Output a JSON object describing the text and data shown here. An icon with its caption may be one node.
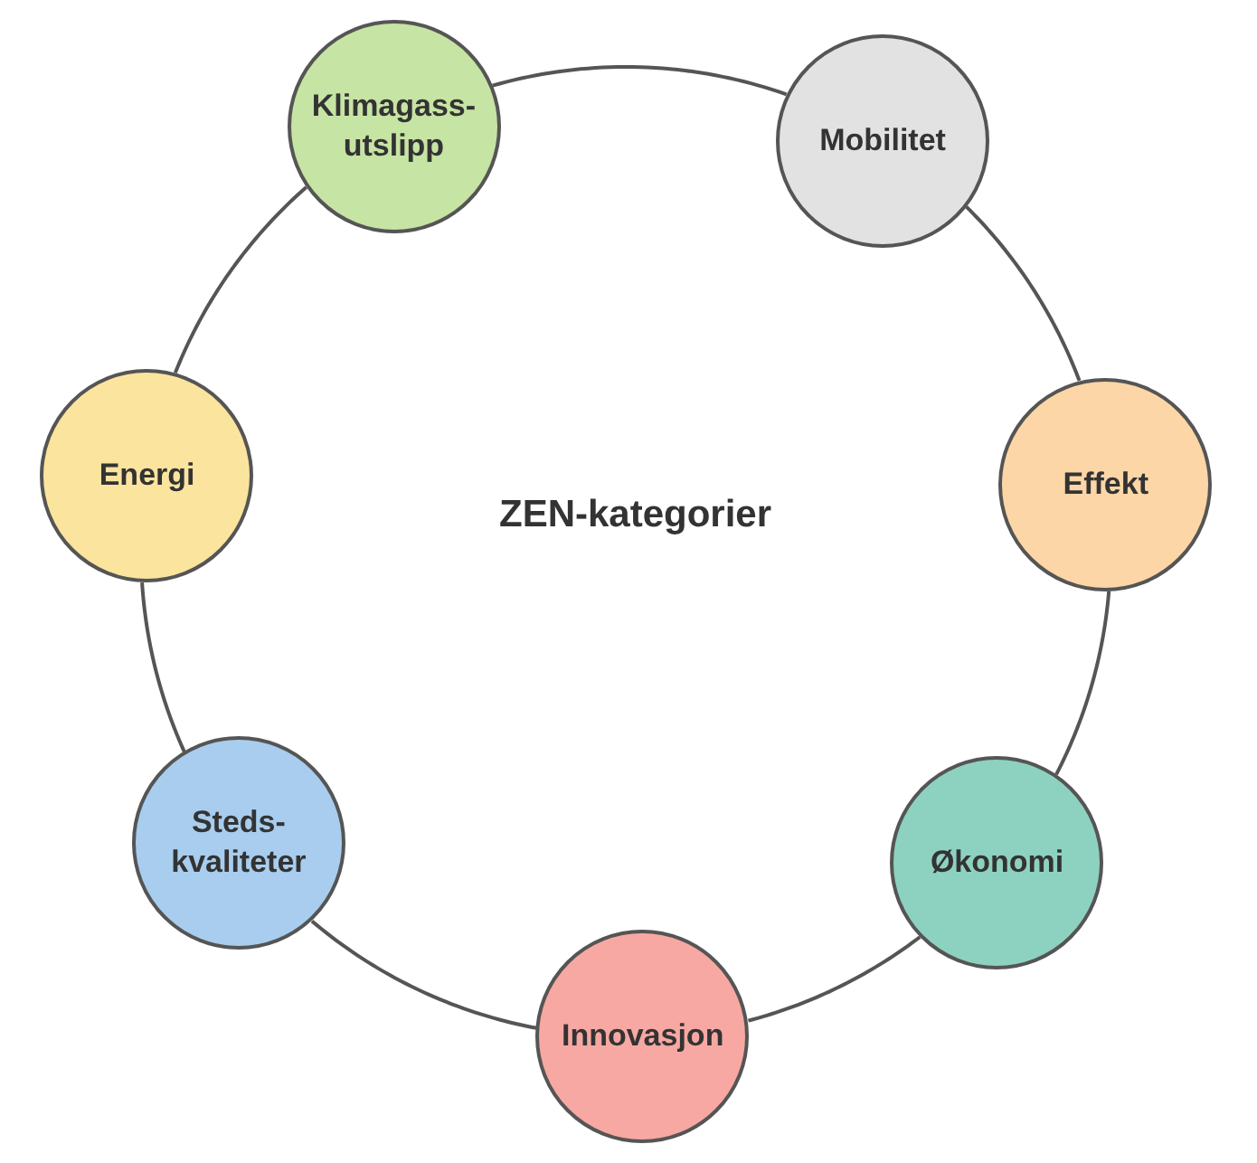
{
  "diagram": {
    "nodes": [
      {
        "text": [
          "Klimagass- utslipp"
        ]
      },
      {
        "text": [
          "Mobilitet"
        ]
      },
      {
        "text": [
          "Energi"
        ]
      },
      {
        "text": [
          "Effekt"
        ]
      },
      {
        "text": [
          "Steds- kvaliteter"
        ]
      },
      {
        "text": [
          "Økonomi"
        ]
      },
      {
        "text": [
          "Innovasjon"
        ]
      }
    ],
    "edges": [
      {
        "from": 0,
        "to": 1,
        "arrow": "none"
      },
      {
        "from": 1,
        "to": 3,
        "arrow": "none"
      },
      {
        "from": 3,
        "to": 5,
        "arrow": "none"
      },
      {
        "from": 5,
        "to": 6,
        "arrow": "none"
      },
      {
        "from": 6,
        "to": 4,
        "arrow": "none"
      },
      {
        "from": 4,
        "to": 2,
        "arrow": "none"
      },
      {
        "from": 2,
        "to": 0,
        "arrow": "none"
      }
    ],
    "labels": [
      "ZEN-kategorier"
    ]
  }
}
